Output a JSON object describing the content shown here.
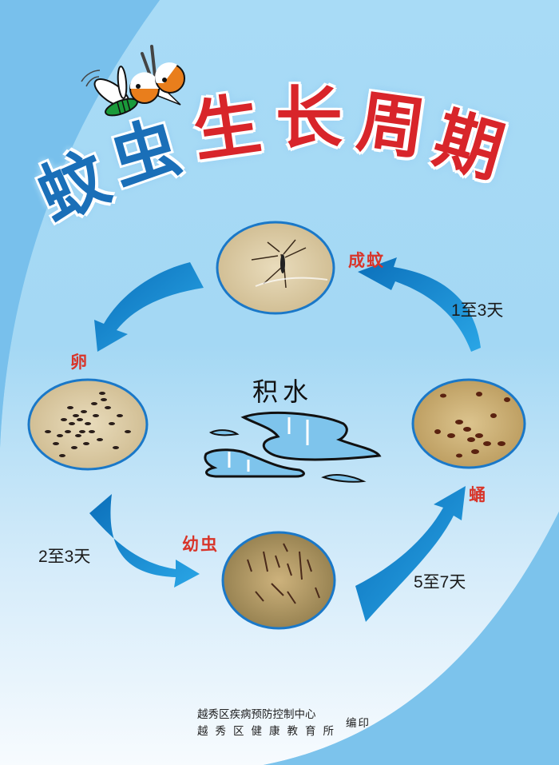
{
  "title": {
    "chars": [
      "蚊",
      "虫",
      "生",
      "长",
      "周",
      "期"
    ],
    "blue_part": "蚊虫",
    "red_part": "生长周期",
    "colors": {
      "blue": "#1a6fb8",
      "red": "#d8252a",
      "outline": "#ffffff",
      "glow": "#9fd4f4"
    }
  },
  "mascot": {
    "icon": "cartoon-mosquito-icon",
    "colors": {
      "head": "#e97e1c",
      "body": "#1a9a3a",
      "wings": "#ffffff"
    }
  },
  "center": {
    "label": "积水",
    "icon": "water-puddle-icon"
  },
  "stages": [
    {
      "id": "adult",
      "label": "成蚊",
      "icon": "adult-mosquito-photo"
    },
    {
      "id": "egg",
      "label": "卵",
      "icon": "eggs-photo"
    },
    {
      "id": "larva",
      "label": "幼虫",
      "icon": "larvae-photo"
    },
    {
      "id": "pupa",
      "label": "蛹",
      "icon": "pupae-photo"
    }
  ],
  "durations": {
    "egg_to_larva": "2至3天",
    "larva_to_pupa": "5至7天",
    "pupa_to_adult": "1至3天"
  },
  "footer": {
    "line1": "越秀区疾病预防控制中心",
    "line2": "越秀区健康教育所",
    "suffix": "编印"
  },
  "colors": {
    "background": "#7fc4ee",
    "panel": "#e8f4fc",
    "arrow": "#1a8ad4",
    "stage_label": "#d8352a",
    "photo_border": "#1a78c8"
  }
}
